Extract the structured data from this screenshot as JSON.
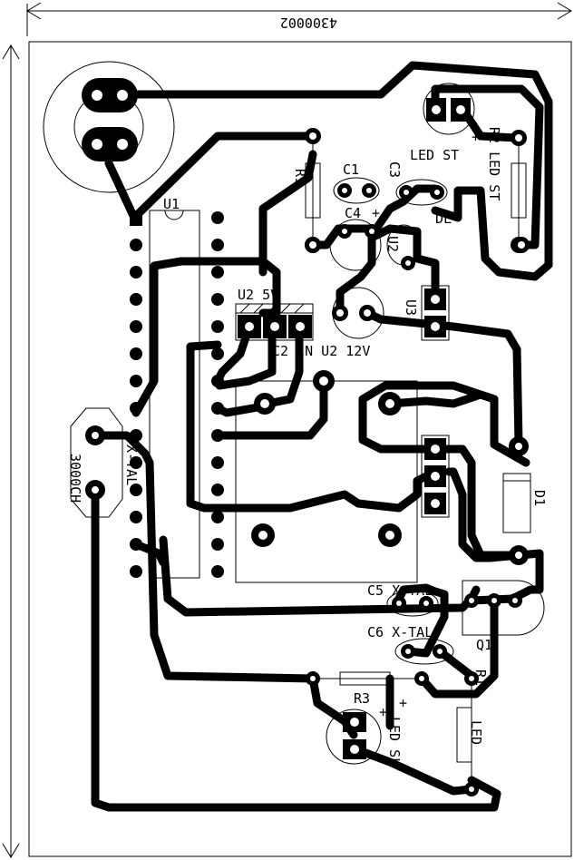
{
  "dimensions": {
    "width_label": "4300002",
    "height_label": "3000СН"
  },
  "labels": {
    "u1": "U1",
    "u2_5v": "U2 5V",
    "c1": "C1",
    "c2_in_u2_12v": "C2 IN U2 12V",
    "c3": "C3",
    "c4": "C4",
    "c5_xtal": "C5 X-TAL",
    "c6_xtal": "C6 X-TAL",
    "q1": "Q1",
    "d1": "D1",
    "r1": "R1",
    "r2": "R2",
    "r3": "R3",
    "u2_rot": "U2",
    "u3": "U3",
    "led_st": "LED ST",
    "led_st_r2": "R2 LED ST",
    "led_sl": "LED SL",
    "led_r1": "LED",
    "xtal_left": "X-TAL",
    "sl_label": "SL",
    "plus_a": "+",
    "plus_b": "+",
    "plus_c": "+",
    "plus_d": "+",
    "dl": "DL"
  }
}
